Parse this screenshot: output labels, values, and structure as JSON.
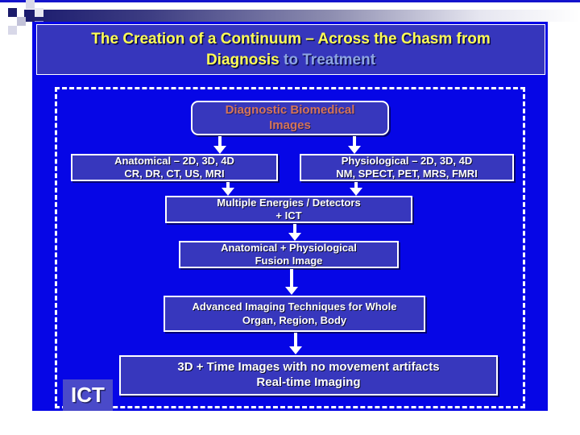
{
  "slide": {
    "title_line1": "The Creation of a Continuum – Across the Chasm from",
    "title_line2_accent": "Diagnosis",
    "title_line2_rest": " to Treatment"
  },
  "flowchart": {
    "diagnostic": {
      "line1": "Diagnostic Biomedical",
      "line2": "Images"
    },
    "anatomical": {
      "line1": "Anatomical – 2D, 3D, 4D",
      "line2": "CR, DR, CT, US, MRI"
    },
    "physiological": {
      "line1": "Physiological – 2D, 3D, 4D",
      "line2": "NM, SPECT, PET, MRS, FMRI"
    },
    "multiple_energies": {
      "line1": "Multiple Energies / Detectors",
      "line2": "+ ICT"
    },
    "fusion": {
      "line1": "Anatomical + Physiological",
      "line2": "Fusion Image"
    },
    "advanced": {
      "line1": "Advanced Imaging Techniques for Whole",
      "line2": "Organ, Region, Body"
    },
    "time_images": {
      "line1": "3D + Time Images with no movement artifacts",
      "line2": "Real-time Imaging"
    },
    "ict_label": "ICT"
  },
  "colors": {
    "slide-bg": "#0606e6",
    "panel-fill": "#3737bd",
    "title-fill": "#3636bc",
    "title-text": "#ffff55",
    "title-accent2": "#8da5e2",
    "diag-text": "#d4745a",
    "box-text": "#ffffff",
    "ict-fill": "#4a4ac9",
    "dash-border": "#ffffff"
  }
}
